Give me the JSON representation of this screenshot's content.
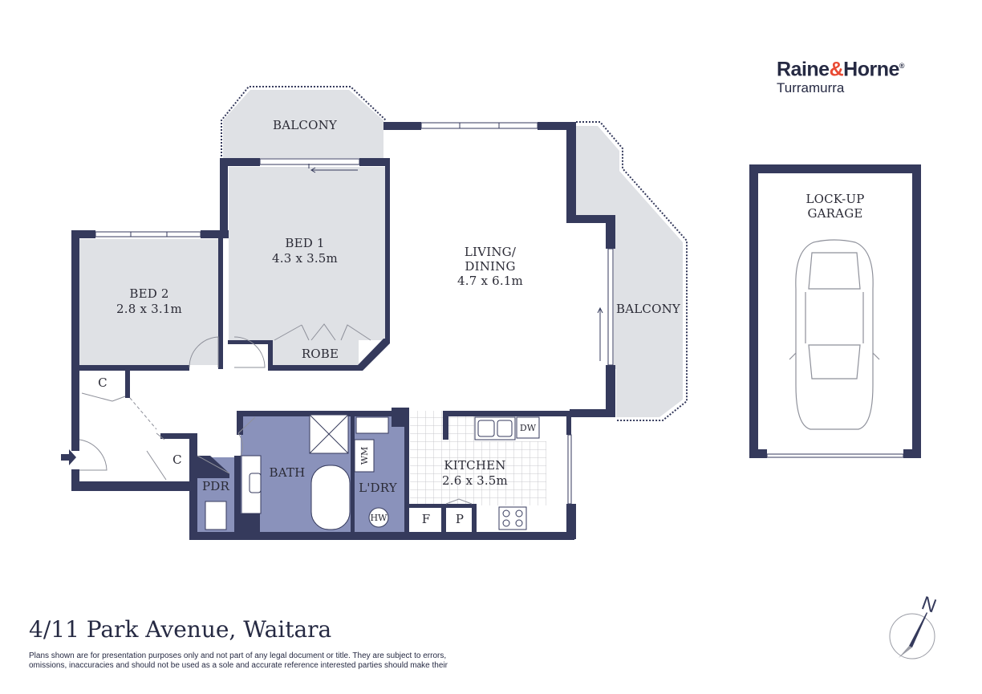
{
  "brand": {
    "name_part1": "Raine",
    "name_amp": "&",
    "name_part2": "Horne",
    "registered": "®",
    "office": "Turramurra"
  },
  "colors": {
    "wall": "#353a5c",
    "room_fill": "#dfe1e5",
    "wet_fill": "#8a92bb",
    "brand_accent": "#e94b35"
  },
  "rooms": {
    "balcony_top": "BALCONY",
    "balcony_right": "BALCONY",
    "bed1_name": "BED 1",
    "bed1_size": "4.3 x 3.5m",
    "bed2_name": "BED 2",
    "bed2_size": "2.8 x 3.1m",
    "robe": "ROBE",
    "living_line1": "LIVING/",
    "living_line2": "DINING",
    "living_size": "4.7 x 6.1m",
    "kitchen_name": "KITCHEN",
    "kitchen_size": "2.6 x 3.5m",
    "bath": "BATH",
    "laundry": "L'DRY",
    "pdr": "PDR",
    "cupboard_1": "C",
    "cupboard_2": "C",
    "garage_line1": "LOCK-UP",
    "garage_line2": "GARAGE"
  },
  "fixtures": {
    "washing_machine": "WM",
    "hot_water": "HW",
    "dishwasher": "DW",
    "fridge": "F",
    "pantry": "P"
  },
  "compass": {
    "north": "N"
  },
  "address": "4/11 Park Avenue, Waitara",
  "disclaimer": "Plans shown are for presentation purposes only and not part of any legal document or title. They are subject to errors, omissions, inaccuracies and should not be used as a sole and accurate reference interested parties should make their"
}
